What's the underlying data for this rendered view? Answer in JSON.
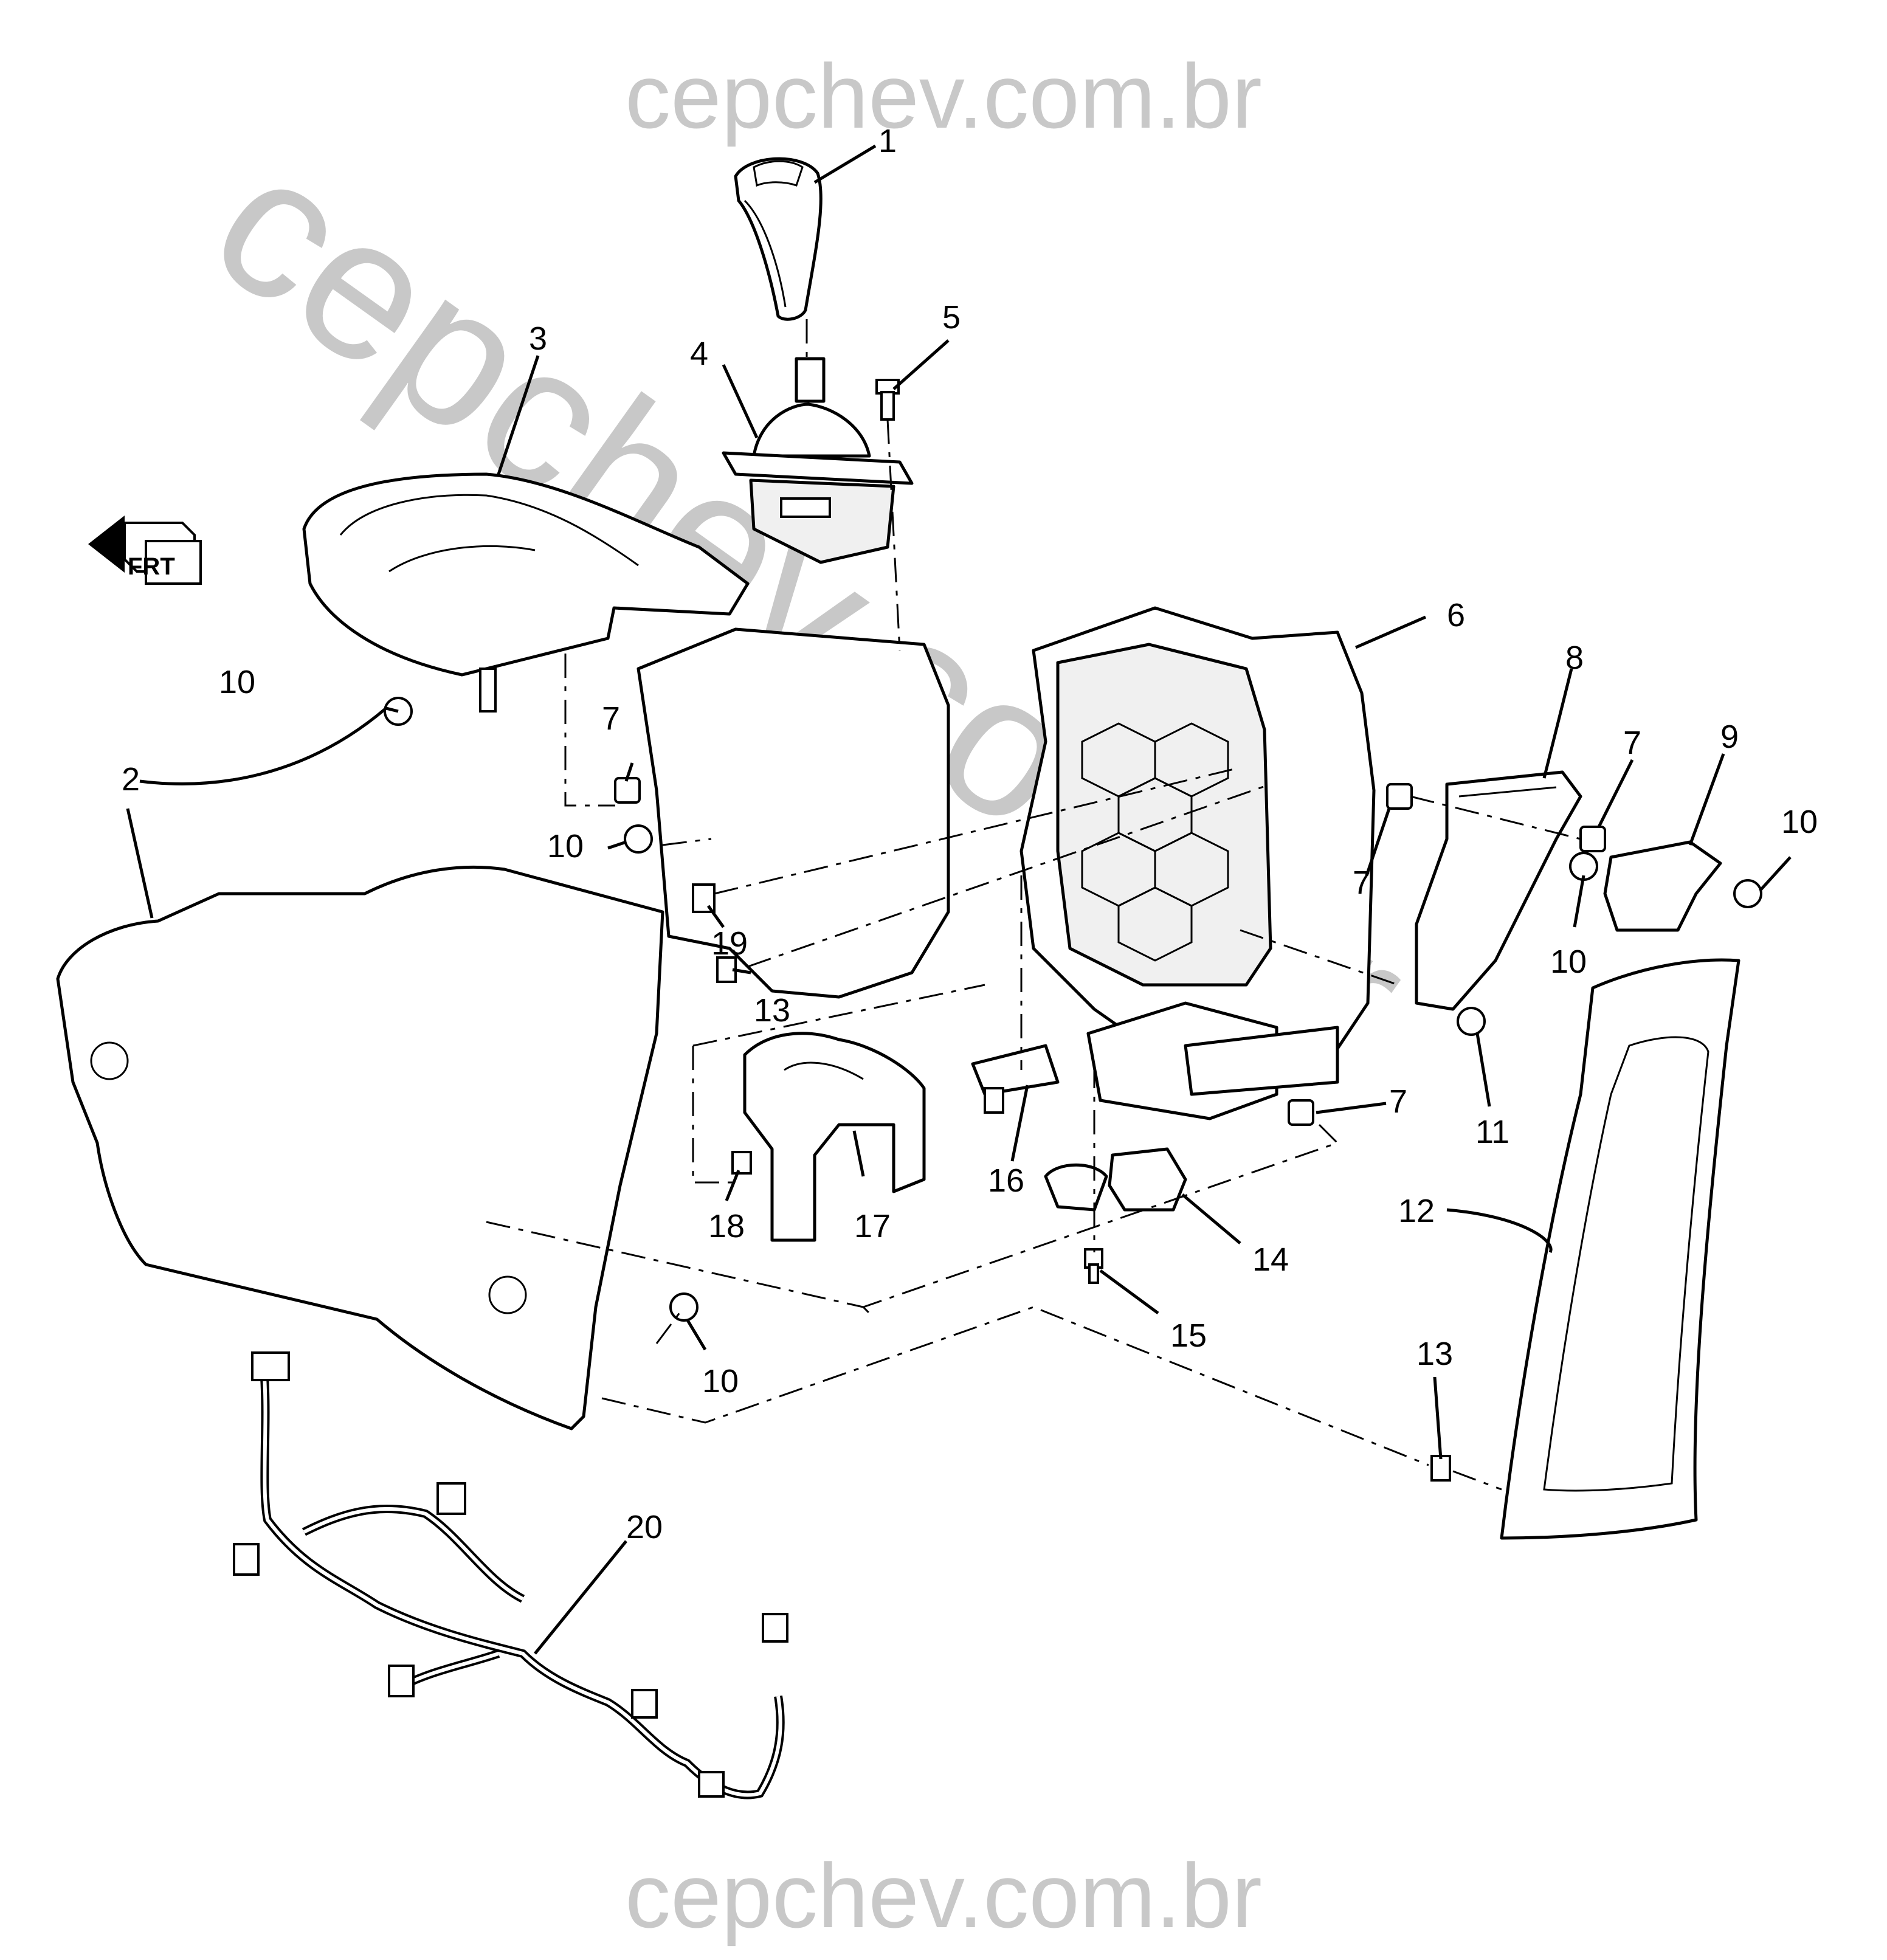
{
  "watermark": {
    "top": "cepchev.com.br",
    "bottom": "cepchev.com.br",
    "diagonal": "cepchev.com.br"
  },
  "direction_indicator": {
    "label": "FRT",
    "icon": "front-direction-arrow-icon"
  },
  "callouts": [
    {
      "id": "c1",
      "label": "1"
    },
    {
      "id": "c2",
      "label": "2"
    },
    {
      "id": "c3",
      "label": "3"
    },
    {
      "id": "c4",
      "label": "4"
    },
    {
      "id": "c5",
      "label": "5"
    },
    {
      "id": "c6",
      "label": "6"
    },
    {
      "id": "c7a",
      "label": "7"
    },
    {
      "id": "c7b",
      "label": "7"
    },
    {
      "id": "c7c",
      "label": "7"
    },
    {
      "id": "c7d",
      "label": "7"
    },
    {
      "id": "c8",
      "label": "8"
    },
    {
      "id": "c9",
      "label": "9"
    },
    {
      "id": "c10a",
      "label": "10"
    },
    {
      "id": "c10b",
      "label": "10"
    },
    {
      "id": "c10c",
      "label": "10"
    },
    {
      "id": "c10d",
      "label": "10"
    },
    {
      "id": "c10e",
      "label": "10"
    },
    {
      "id": "c11",
      "label": "11"
    },
    {
      "id": "c12",
      "label": "12"
    },
    {
      "id": "c13a",
      "label": "13"
    },
    {
      "id": "c13b",
      "label": "13"
    },
    {
      "id": "c14",
      "label": "14"
    },
    {
      "id": "c15",
      "label": "15"
    },
    {
      "id": "c16",
      "label": "16"
    },
    {
      "id": "c17",
      "label": "17"
    },
    {
      "id": "c18",
      "label": "18"
    },
    {
      "id": "c19",
      "label": "19"
    },
    {
      "id": "c20",
      "label": "20"
    }
  ]
}
